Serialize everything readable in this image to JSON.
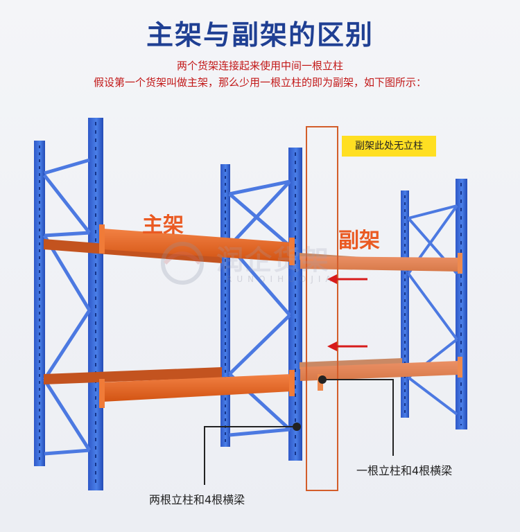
{
  "header": {
    "title": "主架与副架的区别",
    "line1": "两个货架连接起来使用中间一根立柱",
    "line2": "假设第一个货架叫做主架，那么少用一根立柱的即为副架，如下图所示："
  },
  "labels": {
    "main": "主架",
    "sub": "副架",
    "callout": "副架此处无立柱",
    "left_note": "两根立柱和4根横梁",
    "right_note": "一根立柱和4根横梁"
  },
  "watermark": {
    "cn": "润企货架",
    "en": "RUNQIHUOJIA"
  },
  "colors": {
    "upright": "#3d6fe0",
    "upright_dark": "#2047b3",
    "beam": "#e8691f",
    "accent_red": "#c21818",
    "callout_bg": "#ffdf22"
  }
}
